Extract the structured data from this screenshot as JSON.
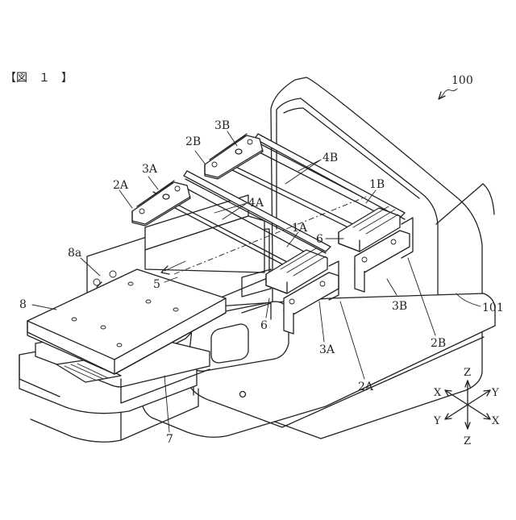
{
  "figure": {
    "header": "【図　１　】",
    "ref_100": "100",
    "ref_101": "101",
    "labels": {
      "l_2B_top": "2B",
      "l_3B_top": "3B",
      "l_3A_top": "3A",
      "l_2A_top": "2A",
      "l_4B": "4B",
      "l_4A": "4A",
      "l_1B": "1B",
      "l_1A": "1A",
      "l_6_mid": "6",
      "l_6_low": "6",
      "l_8a": "8a",
      "l_8": "8",
      "l_5": "5",
      "l_3B_low": "3B",
      "l_2B_low": "2B",
      "l_3A_low": "3A",
      "l_2A_low": "2A",
      "l_7": "7"
    },
    "axes": {
      "z_up": "Z",
      "z_down": "Z",
      "x_left": "X",
      "x_right": "X",
      "y_right": "Y",
      "y_left": "Y"
    }
  }
}
